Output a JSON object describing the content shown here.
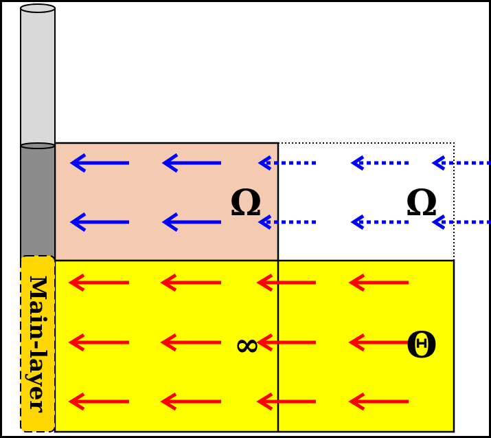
{
  "labels": {
    "omega_left": "Ω",
    "omega_right": "Ω",
    "infinity": "∞",
    "theta": "Θ",
    "main_layer": "Main-layer"
  },
  "colors": {
    "upper_zone_fill": "#f4cbb0",
    "lower_zone_fill": "#ffff00",
    "main_layer_fill": "#ffd700",
    "well_upper_fill": "#d9d9d9",
    "well_lower_fill": "#8c8c8c",
    "blue_arrow": "#0000ff",
    "red_arrow": "#ff0000",
    "outline": "#000000"
  }
}
